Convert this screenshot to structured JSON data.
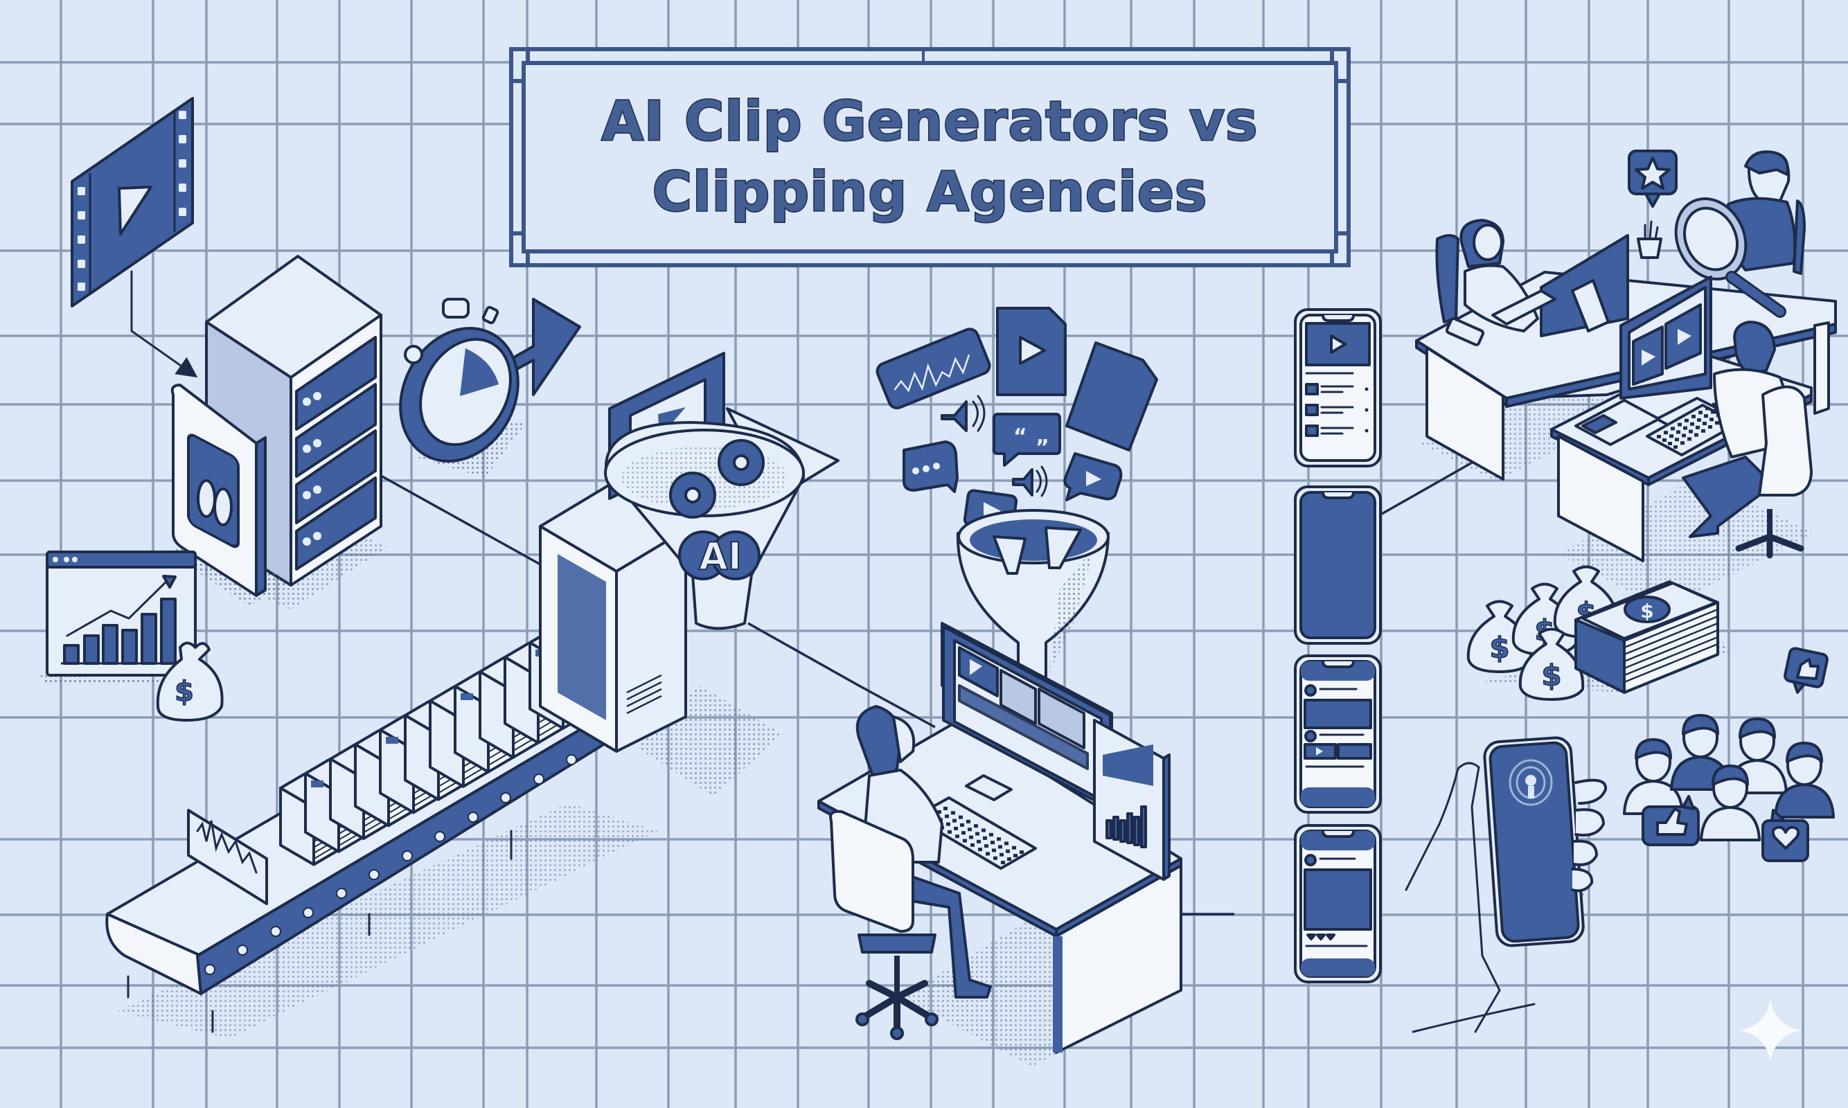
{
  "title": {
    "line1": "AI Clip Generators vs",
    "line2": "Clipping Agencies"
  },
  "colors": {
    "background": "#dce8f7",
    "grid": "#8c9db5",
    "ink": "#1d2c4c",
    "accent_blue": "#3f5f9f",
    "light_fill": "#e6eef9",
    "title_text": "#445f93",
    "sparkle": "#f7fbff"
  },
  "grid": {
    "vertical_x": [
      88,
      221,
      298,
      400,
      490,
      594,
      698,
      761,
      861,
      965,
      1062,
      1152,
      1254,
      1344,
      1434,
      1537,
      1633,
      1724,
      1824,
      1889,
      1994,
      2103,
      2203,
      2294,
      2379,
      2496,
      2603
    ],
    "horizontal_y": [
      90,
      179,
      362,
      485,
      584,
      694,
      801,
      911,
      1036,
      1212,
      1321,
      1423,
      1513
    ]
  },
  "ai_pipeline": {
    "funnel_badge": "AI",
    "icons": [
      "video-file-icon",
      "server-rack-icon",
      "ai-brain-chip-icon",
      "stopwatch-icon",
      "arrow-right-icon",
      "analytics-chart-icon",
      "money-bag-icon",
      "conveyor-belt-icon",
      "clip-stack-icon",
      "ai-gears-icon"
    ]
  },
  "agency_pipeline": {
    "floating_icons": [
      "audio-waveform-icon",
      "video-file-icon",
      "film-document-icon",
      "speaker-icon",
      "quote-bubble-icon",
      "chat-ellipsis-icon",
      "play-bubble-icon",
      "speaker-icon",
      "play-bubble-icon"
    ],
    "editor_station": [
      "editor-person-icon",
      "editing-monitor-icon",
      "analytics-panel-icon",
      "keyboard-icon",
      "office-chair-icon"
    ]
  },
  "phones": [
    {
      "name": "phone-video-feed",
      "layout": "video-with-list"
    },
    {
      "name": "phone-blank",
      "layout": "blank"
    },
    {
      "name": "phone-social-feed",
      "layout": "posts-with-video"
    },
    {
      "name": "phone-photo-post",
      "layout": "post-with-reactions"
    }
  ],
  "agency_office": {
    "icons": [
      "team-office-icon",
      "headset-worker-icon",
      "star-review-bubble-icon",
      "magnifier-icon",
      "video-editor-icon"
    ]
  },
  "outcomes": {
    "icons": [
      "money-bags-icon",
      "cash-stack-icon",
      "audience-group-icon",
      "thumbs-up-bubble-icon",
      "heart-bubble-icon",
      "hand-holding-phone-icon",
      "sparkle-icon"
    ]
  }
}
